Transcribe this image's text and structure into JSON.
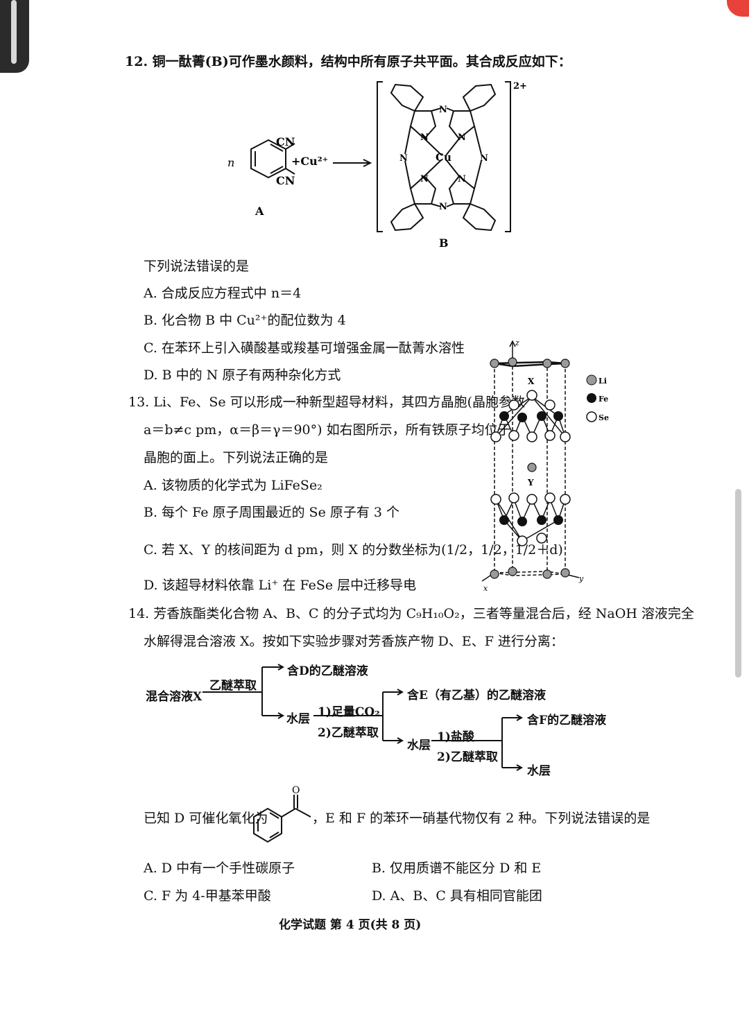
{
  "q12": {
    "stem": "12. 铜一酞菁(B)可作墨水颜料，结构中所有原子共平面。其合成反应如下：",
    "reactant_n": "n",
    "cn_top": "CN",
    "cn_bottom": "CN",
    "plus_cu": "+Cu²⁺",
    "label_a": "A",
    "label_b": "B",
    "charge": "2+",
    "atom_n": "N",
    "atom_cu": "Cu",
    "question": "下列说法错误的是",
    "options": [
      "A. 合成反应方程式中 n＝4",
      "B. 化合物 B 中 Cu²⁺的配位数为 4",
      "C. 在苯环上引入磺酸基或羧基可增强金属一酞菁水溶性",
      "D. B 中的 N 原子有两种杂化方式"
    ]
  },
  "q13": {
    "stem_line1": "13. Li、Fe、Se 可以形成一种新型超导材料，其四方晶胞(晶胞参数",
    "stem_line2": "a＝b≠c pm，α＝β＝γ＝90°) 如右图所示，所有铁原子均位于",
    "stem_line3": "晶胞的面上。下列说法正确的是",
    "options": [
      "A. 该物质的化学式为 LiFeSe₂",
      "B. 每个 Fe 原子周围最近的 Se 原子有 3 个",
      "C. 若 X、Y 的核间距为 d pm，则 X 的分数坐标为(1/2，1/2，1/2＋d)",
      "D. 该超导材料依靠 Li⁺ 在 FeSe 层中迁移导电"
    ],
    "legend": [
      "Li",
      "Fe",
      "Se"
    ],
    "axis_z": "z",
    "axis_x": "x",
    "axis_y": "y",
    "label_x": "X",
    "label_y": "Y"
  },
  "q14": {
    "stem_line1": "14. 芳香族酯类化合物 A、B、C 的分子式均为 C₉H₁₀O₂，三者等量混合后，经 NaOH 溶液完全",
    "stem_line2": "水解得混合溶液 X。按如下实验步骤对芳香族产物 D、E、F 进行分离：",
    "flow": {
      "start": "混合溶液X",
      "step1": "乙醚萃取",
      "out_d": "含D的乙醚溶液",
      "water1": "水层",
      "step2a": "1)足量CO₂",
      "step2b": "2)乙醚萃取",
      "out_e": "含E（有乙基）的乙醚溶液",
      "water2": "水层",
      "step3a": "1)盐酸",
      "step3b": "2)乙醚萃取",
      "out_f": "含F的乙醚溶液",
      "water3": "水层"
    },
    "known_pre": "已知 D 可催化氧化为",
    "known_post": "，E 和 F 的苯环一硝基代物仅有 2 种。下列说法错误的是",
    "carbonyl_o": "O",
    "options": [
      "A. D 中有一个手性碳原子",
      "B. 仅用质谱不能区分 D 和 E",
      "C. F 为 4-甲基苯甲酸",
      "D. A、B、C 具有相同官能团"
    ]
  },
  "footer": "化学试题  第 4 页(共 8 页)"
}
